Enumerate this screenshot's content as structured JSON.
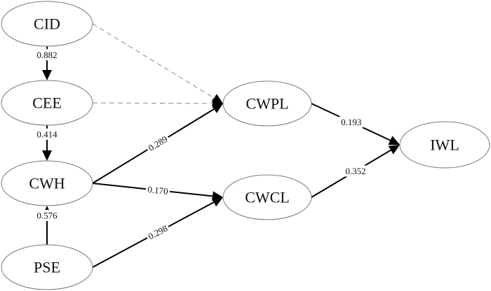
{
  "diagram": {
    "type": "path-model",
    "nodes": [
      {
        "id": "CID",
        "label": "CID"
      },
      {
        "id": "CEE",
        "label": "CEE"
      },
      {
        "id": "CWH",
        "label": "CWH"
      },
      {
        "id": "PSE",
        "label": "PSE"
      },
      {
        "id": "CWPL",
        "label": "CWPL"
      },
      {
        "id": "CWCL",
        "label": "CWCL"
      },
      {
        "id": "IWL",
        "label": "IWL"
      }
    ],
    "edges": [
      {
        "from": "CID",
        "to": "CEE",
        "label": "0.882",
        "style": "solid"
      },
      {
        "from": "CEE",
        "to": "CWH",
        "label": "0.414",
        "style": "solid"
      },
      {
        "from": "PSE",
        "to": "CWH",
        "label": "0.576",
        "style": "solid"
      },
      {
        "from": "CWH",
        "to": "CWPL",
        "label": "0.289",
        "style": "solid"
      },
      {
        "from": "CWH",
        "to": "CWCL",
        "label": "0.170",
        "style": "solid"
      },
      {
        "from": "PSE",
        "to": "CWCL",
        "label": "0.298",
        "style": "solid"
      },
      {
        "from": "CWPL",
        "to": "IWL",
        "label": "0.193",
        "style": "solid"
      },
      {
        "from": "CWCL",
        "to": "IWL",
        "label": "0.352",
        "style": "solid"
      },
      {
        "from": "CID",
        "to": "CWPL",
        "label": "",
        "style": "dashed"
      },
      {
        "from": "CEE",
        "to": "CWPL",
        "label": "",
        "style": "dashed"
      }
    ]
  }
}
